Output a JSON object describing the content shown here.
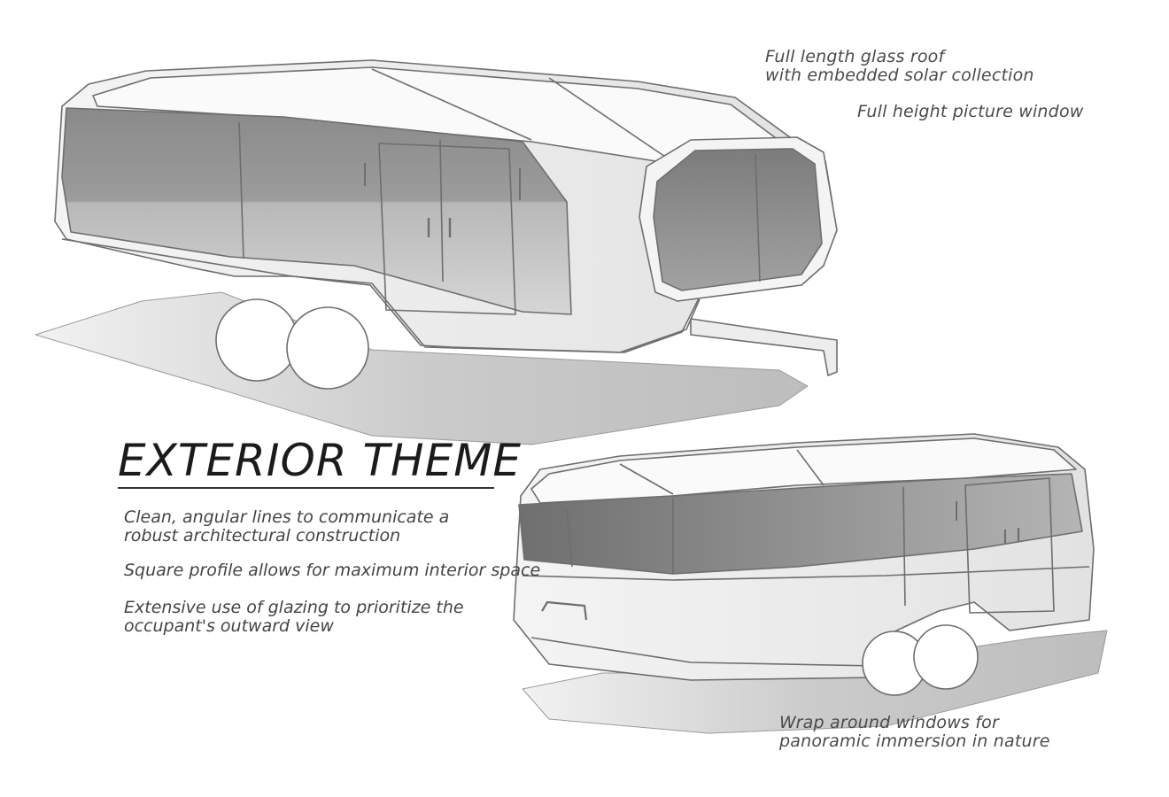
{
  "heading": "EXTERIOR THEME",
  "notes": {
    "roof": [
      "Full length glass roof",
      "with embedded solar collection"
    ],
    "picture_window": "Full height picture window",
    "wrap_windows": [
      "Wrap around windows for",
      "panoramic immersion in nature"
    ]
  },
  "body": [
    [
      "Clean, angular lines to communicate a",
      "robust architectural construction"
    ],
    [
      "Square profile allows for maximum interior space"
    ],
    [
      "Extensive use of glazing to prioritize the",
      "occupant's outward view"
    ]
  ],
  "colors": {
    "line": "#6e6e6e",
    "glass": "#7a7a7a",
    "shadow": "#cfcfcf",
    "heading": "#1b1b1b"
  }
}
